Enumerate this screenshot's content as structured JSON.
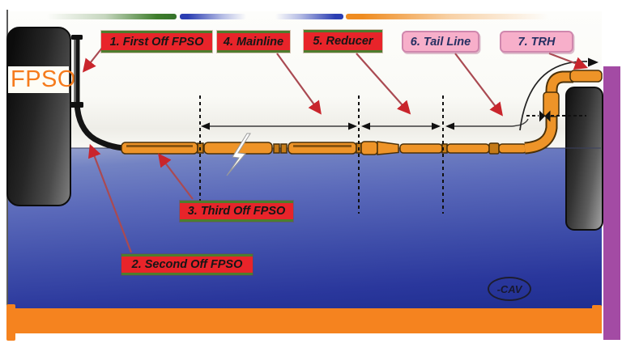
{
  "diagram": {
    "fpso_text": "FPSO",
    "cav_text": "-CAV",
    "labels": [
      {
        "num": 1,
        "text": "1. First Off FPSO",
        "style": "red"
      },
      {
        "num": 2,
        "text": "2. Second Off FPSO",
        "style": "red"
      },
      {
        "num": 3,
        "text": "3. Third Off FPSO",
        "style": "red"
      },
      {
        "num": 4,
        "text": "4. Mainline",
        "style": "red"
      },
      {
        "num": 5,
        "text": "5. Reducer",
        "style": "red"
      },
      {
        "num": 6,
        "text": "6. Tail Line",
        "style": "pink"
      },
      {
        "num": 7,
        "text": "7. TRH",
        "style": "pink"
      }
    ],
    "colors": {
      "red_label_bg": "#e8242a",
      "red_label_border_green": "#4d7d2e",
      "pink_label_bg": "#f7afca",
      "pink_label_border": "#cf87ad",
      "pink_label_text": "#252f62",
      "fpso_text_orange": "#f57b1d",
      "hose_orange": "#ee9428",
      "arrow_red": "#c9252c",
      "water_top_blue": "#9aa5cf",
      "water_bottom_blue": "#1f2e90",
      "bottom_bar_orange": "#f5831f",
      "side_bar_purple": "#a34ba4",
      "accent_green": "#3e7d2b",
      "accent_blue": "#2b3eb2",
      "accent_orange": "#ef8c20"
    }
  }
}
